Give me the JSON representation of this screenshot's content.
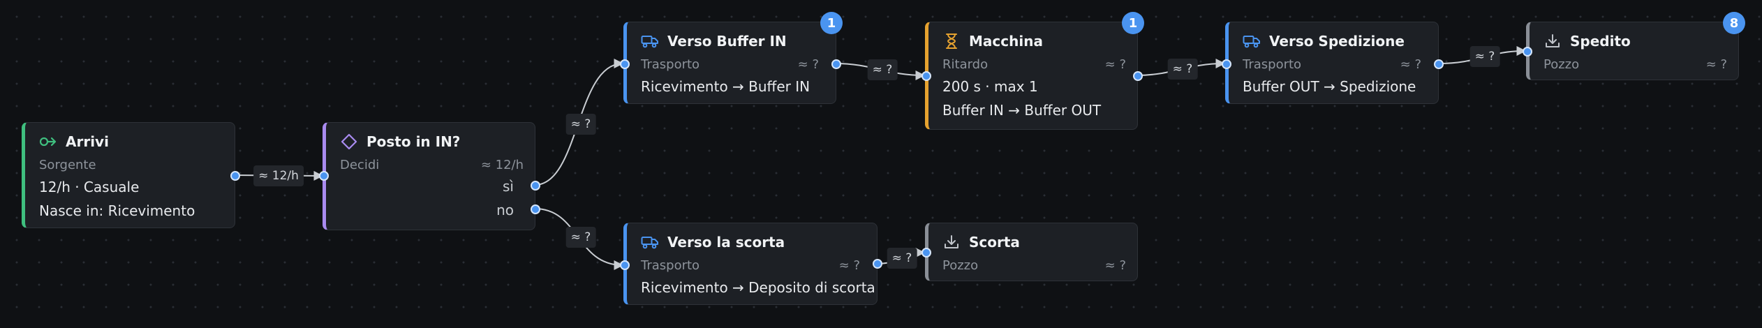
{
  "nodes": {
    "arrivi": {
      "title": "Arrivi",
      "type": "Sorgente",
      "line1": "12/h · Casuale",
      "line2": "Nasce in: Ricevimento",
      "icon": "source-arrow-icon"
    },
    "posto": {
      "title": "Posto in IN?",
      "type": "Decidi",
      "rate": "≈ 12/h",
      "out_yes": "sì",
      "out_no": "no",
      "icon": "decision-diamond-icon"
    },
    "buffer_in": {
      "title": "Verso Buffer IN",
      "type": "Trasporto",
      "rate": "≈ ?",
      "line1": "Ricevimento → Buffer IN",
      "badge": "1",
      "icon": "truck-icon"
    },
    "macchina": {
      "title": "Macchina",
      "type": "Ritardo",
      "rate": "≈ ?",
      "line1": "200 s · max 1",
      "line2": "Buffer IN → Buffer OUT",
      "badge": "1",
      "icon": "hourglass-icon"
    },
    "spedizione": {
      "title": "Verso Spedizione",
      "type": "Trasporto",
      "rate": "≈ ?",
      "line1": "Buffer OUT → Spedizione",
      "icon": "truck-icon"
    },
    "spedito": {
      "title": "Spedito",
      "type": "Pozzo",
      "rate": "≈ ?",
      "badge": "8",
      "icon": "sink-download-icon"
    },
    "scorta": {
      "title": "Verso la scorta",
      "type": "Trasporto",
      "rate": "≈ ?",
      "line1": "Ricevimento → Deposito di scorta",
      "icon": "truck-icon"
    },
    "scorta_sink": {
      "title": "Scorta",
      "type": "Pozzo",
      "rate": "≈ ?",
      "icon": "sink-download-icon"
    }
  },
  "edges": {
    "arrivi_posto": "≈ 12/h",
    "posto_buffer": "≈ ?",
    "posto_scorta": "≈ ?",
    "buffer_macchina": "≈ ?",
    "macchina_spedizione": "≈ ?",
    "spedizione_spedito": "≈ ?",
    "scorta_scortasink": "≈ ?"
  },
  "colors": {
    "source": "#3fbf7f",
    "decide": "#a98bf0",
    "transport": "#4a94f0",
    "delay": "#e6a22f",
    "sink": "#8a8f97",
    "port": "#4a94f0"
  }
}
